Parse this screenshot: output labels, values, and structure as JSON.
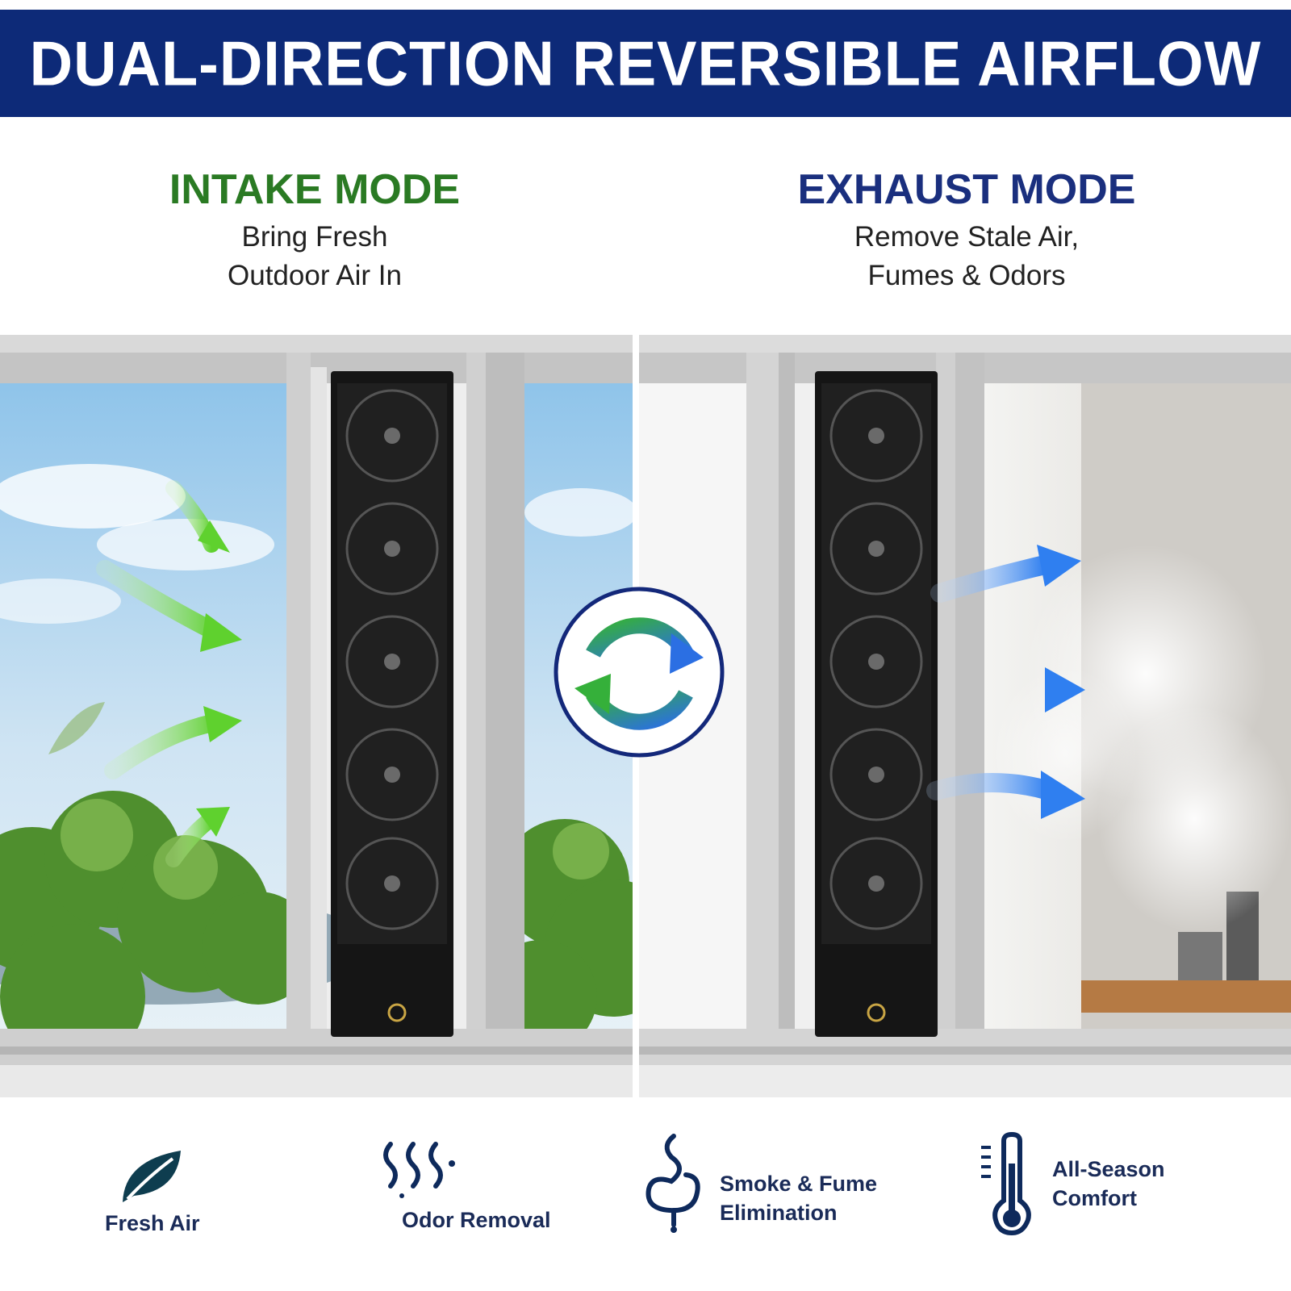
{
  "header": {
    "title": "DUAL-DIRECTION REVERSIBLE AIRFLOW"
  },
  "modes": {
    "intake": {
      "title": "INTAKE MODE",
      "line1": "Bring Fresh",
      "line2": "Outdoor Air In"
    },
    "exhaust": {
      "title": "EXHAUST MODE",
      "line1": "Remove Stale Air,",
      "line2": "Fumes & Odors"
    }
  },
  "features": [
    {
      "icon": "leaf-icon",
      "line1": "Fresh Air",
      "line2": ""
    },
    {
      "icon": "odor-waves-icon",
      "line1": "Odor Removal",
      "line2": ""
    },
    {
      "icon": "smoke-icon",
      "line1": "Smoke & Fume",
      "line2": "Elimination"
    },
    {
      "icon": "thermometer-icon",
      "line1": "All-Season",
      "line2": "Comfort"
    }
  ],
  "colors": {
    "banner": "#0d2a78",
    "intake_green": "#2a7a23",
    "exhaust_blue": "#1a2f7e",
    "arrow_green": "#5fd12e",
    "arrow_blue": "#2f7ff0",
    "fan_black": "#151515"
  }
}
